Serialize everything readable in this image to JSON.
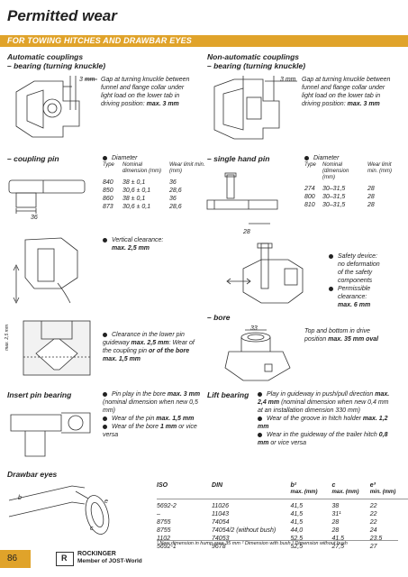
{
  "page_title": "Permitted wear",
  "section_bar": "FOR TOWING HITCHES AND DRAWBAR EYES",
  "auto": {
    "heading": "Automatic couplings",
    "subheading": "– bearing (turning knuckle)",
    "dim": "3 mm",
    "text": "Gap at turning knuckle between funnel and flange collar under light load on the lower tab in driving position:",
    "value": "max. 3 mm"
  },
  "nonauto": {
    "heading": "Non-automatic couplings",
    "subheading": "– bearing (turning knuckle)",
    "dim": "3 mm",
    "text": "Gap at turning knuckle between funnel and flange collar under light load on the lower tab in driving position:",
    "value": "max. 3 mm"
  },
  "coupling_pin": {
    "heading": "– coupling pin",
    "dim": "36",
    "table_title": "Diameter",
    "columns": [
      "Type",
      "Nominal dimension (mm)",
      "Wear limit min. (mm)"
    ],
    "rows": [
      [
        "840",
        "38   ± 0,1",
        "36"
      ],
      [
        "850",
        "30,6 ± 0,1",
        "28,6"
      ],
      [
        "860",
        "38   ± 0,1",
        "36"
      ],
      [
        "873",
        "30,6 ± 0,1",
        "28,6"
      ]
    ],
    "vertical_label": "Vertical clearance:",
    "vertical_value": "max. 2,5 mm",
    "clearance_text": "Clearance in the lower pin guideway",
    "clearance_value": "max. 2,5 mm",
    "wear_text": "Wear of the coupling pin",
    "wear_or": "or of the bore",
    "wear_value": "max. 1,5 mm",
    "side_label": "max. 2,5 mm"
  },
  "hand_pin": {
    "heading": "– single hand pin",
    "dim": "28",
    "table_title": "Diameter",
    "columns": [
      "Type",
      "Nominal (dimension (mm)",
      "Wear limit min. (mm)"
    ],
    "rows": [
      [
        "274",
        "30–31,5",
        "28"
      ],
      [
        "800",
        "30–31,5",
        "28"
      ],
      [
        "810",
        "30–31,5",
        "28"
      ]
    ],
    "safety_lines": [
      "Safety device:",
      "no deformation",
      "of the safety",
      "components"
    ],
    "permissible_lines": [
      "Permissible",
      "clearance:"
    ],
    "permissible_value": "max. 6 mm"
  },
  "bore": {
    "heading": "– bore",
    "dim": "33",
    "text": "Top and bottom in drive position",
    "value": "max. 35 mm oval"
  },
  "insert_pin": {
    "heading": "Insert pin bearing",
    "items": [
      {
        "text": "Pin play in the bore ",
        "bold": "max. 3 mm",
        "after": " (nominal dimension when new 0,5 mm)"
      },
      {
        "text": "Wear of the pin ",
        "bold": "max. 1,5 mm",
        "after": ""
      },
      {
        "text": "Wear of the bore ",
        "bold": "1 mm",
        "after": " or vice versa"
      }
    ]
  },
  "lift_bearing": {
    "heading": "Lift bearing",
    "items": [
      {
        "text": "Play in guideway in push/pull direction ",
        "bold": "max. 2,4 mm",
        "after": " (nominal dimension when new 0,4 mm at an installation dimension 330 mm)"
      },
      {
        "text": "Wear of the groove in hitch holder ",
        "bold": "max. 1,2 mm",
        "after": ""
      },
      {
        "text": "Wear in the guideway of the trailer hitch ",
        "bold": "0,8 mm",
        "after": " or vice versa"
      }
    ]
  },
  "drawbar": {
    "heading": "Drawbar eyes",
    "label_b": "b",
    "label_c": "c",
    "label_e": "e",
    "columns": [
      "ISO",
      "DIN",
      "b²",
      "c",
      "e³"
    ],
    "units": [
      "",
      "",
      "max. (mm)",
      "max. (mm)",
      "min. (mm)"
    ],
    "rows": [
      [
        "5692-2",
        "11026",
        "41,5",
        "38",
        "22"
      ],
      [
        "–",
        "11043",
        "41,5",
        "31¹",
        "22"
      ],
      [
        "8755",
        "74054",
        "41,5",
        "28",
        "22"
      ],
      [
        "8755",
        "74054/2 (without bush)",
        "44,0",
        "28",
        "24"
      ],
      [
        "1102",
        "74053",
        "52,5",
        "41,5",
        "23,5"
      ],
      [
        "5692-1",
        "9678",
        "52,5",
        "27,5",
        "27"
      ]
    ],
    "footnotes": "¹ New dimension in hump area 35 mm   ² Dimension with bush   ³ Dimension without bush"
  },
  "footer": {
    "page_number": "86",
    "brand": "ROCKINGER",
    "member": "Member of JOST-World",
    "logo_letter": "R"
  },
  "colors": {
    "accent": "#e0a32a",
    "footer_tab": "#e0a32a"
  }
}
